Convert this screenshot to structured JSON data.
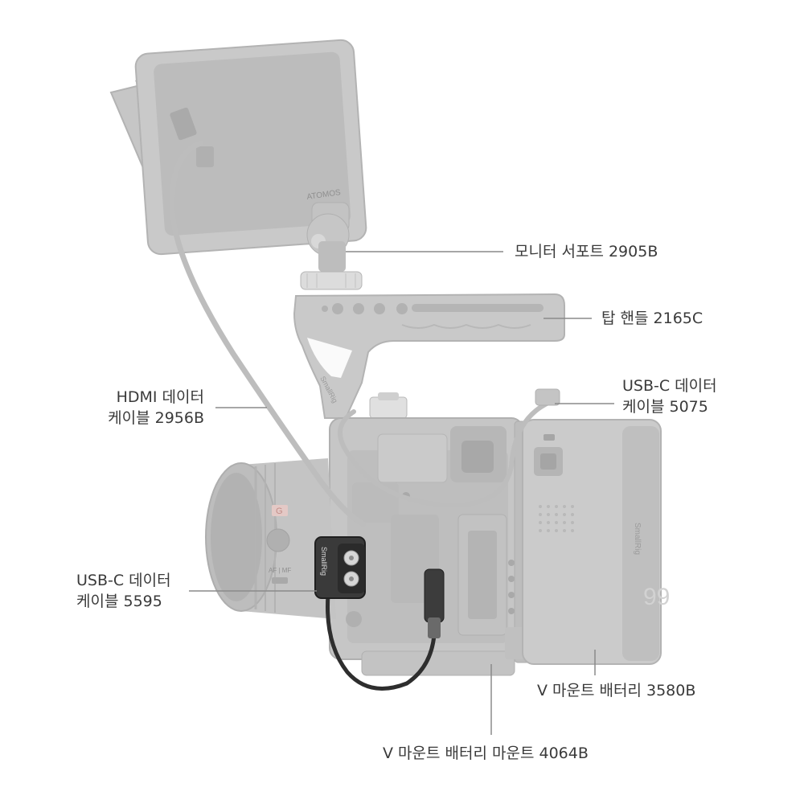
{
  "callouts": {
    "monitor_support": {
      "lines": [
        "모니터 서포트 2905B"
      ]
    },
    "top_handle": {
      "lines": [
        "탑 핸들 2165C"
      ]
    },
    "usbc_cable_5075": {
      "lines": [
        "USB-C 데이터",
        "케이블 5075"
      ]
    },
    "hdmi_cable": {
      "lines": [
        "HDMI 데이터",
        "케이블 2956B"
      ]
    },
    "usbc_cable_5595": {
      "lines": [
        "USB-C 데이터",
        "케이블 5595"
      ]
    },
    "vmount_battery": {
      "lines": [
        "V 마운트 배터리 3580B"
      ]
    },
    "vmount_battery_mount": {
      "lines": [
        "V 마운트 배터리 마운트 4064B"
      ]
    }
  },
  "product_markings": {
    "monitor_brand": "ATOMOS",
    "handle_brand": "SmallRig",
    "adapter_brand": "SmallRig",
    "battery_brand": "SmallRig",
    "lens_badge": "G",
    "lens_switch": "AF | MF"
  },
  "colors": {
    "faded_part": "#c9c9c9",
    "faded_edge": "#b3b3b3",
    "faded_dark": "#a9a9a9",
    "highlight_part": "#2b2b2b",
    "leader_line": "#8a8a8a",
    "text": "#3a3a3a"
  }
}
